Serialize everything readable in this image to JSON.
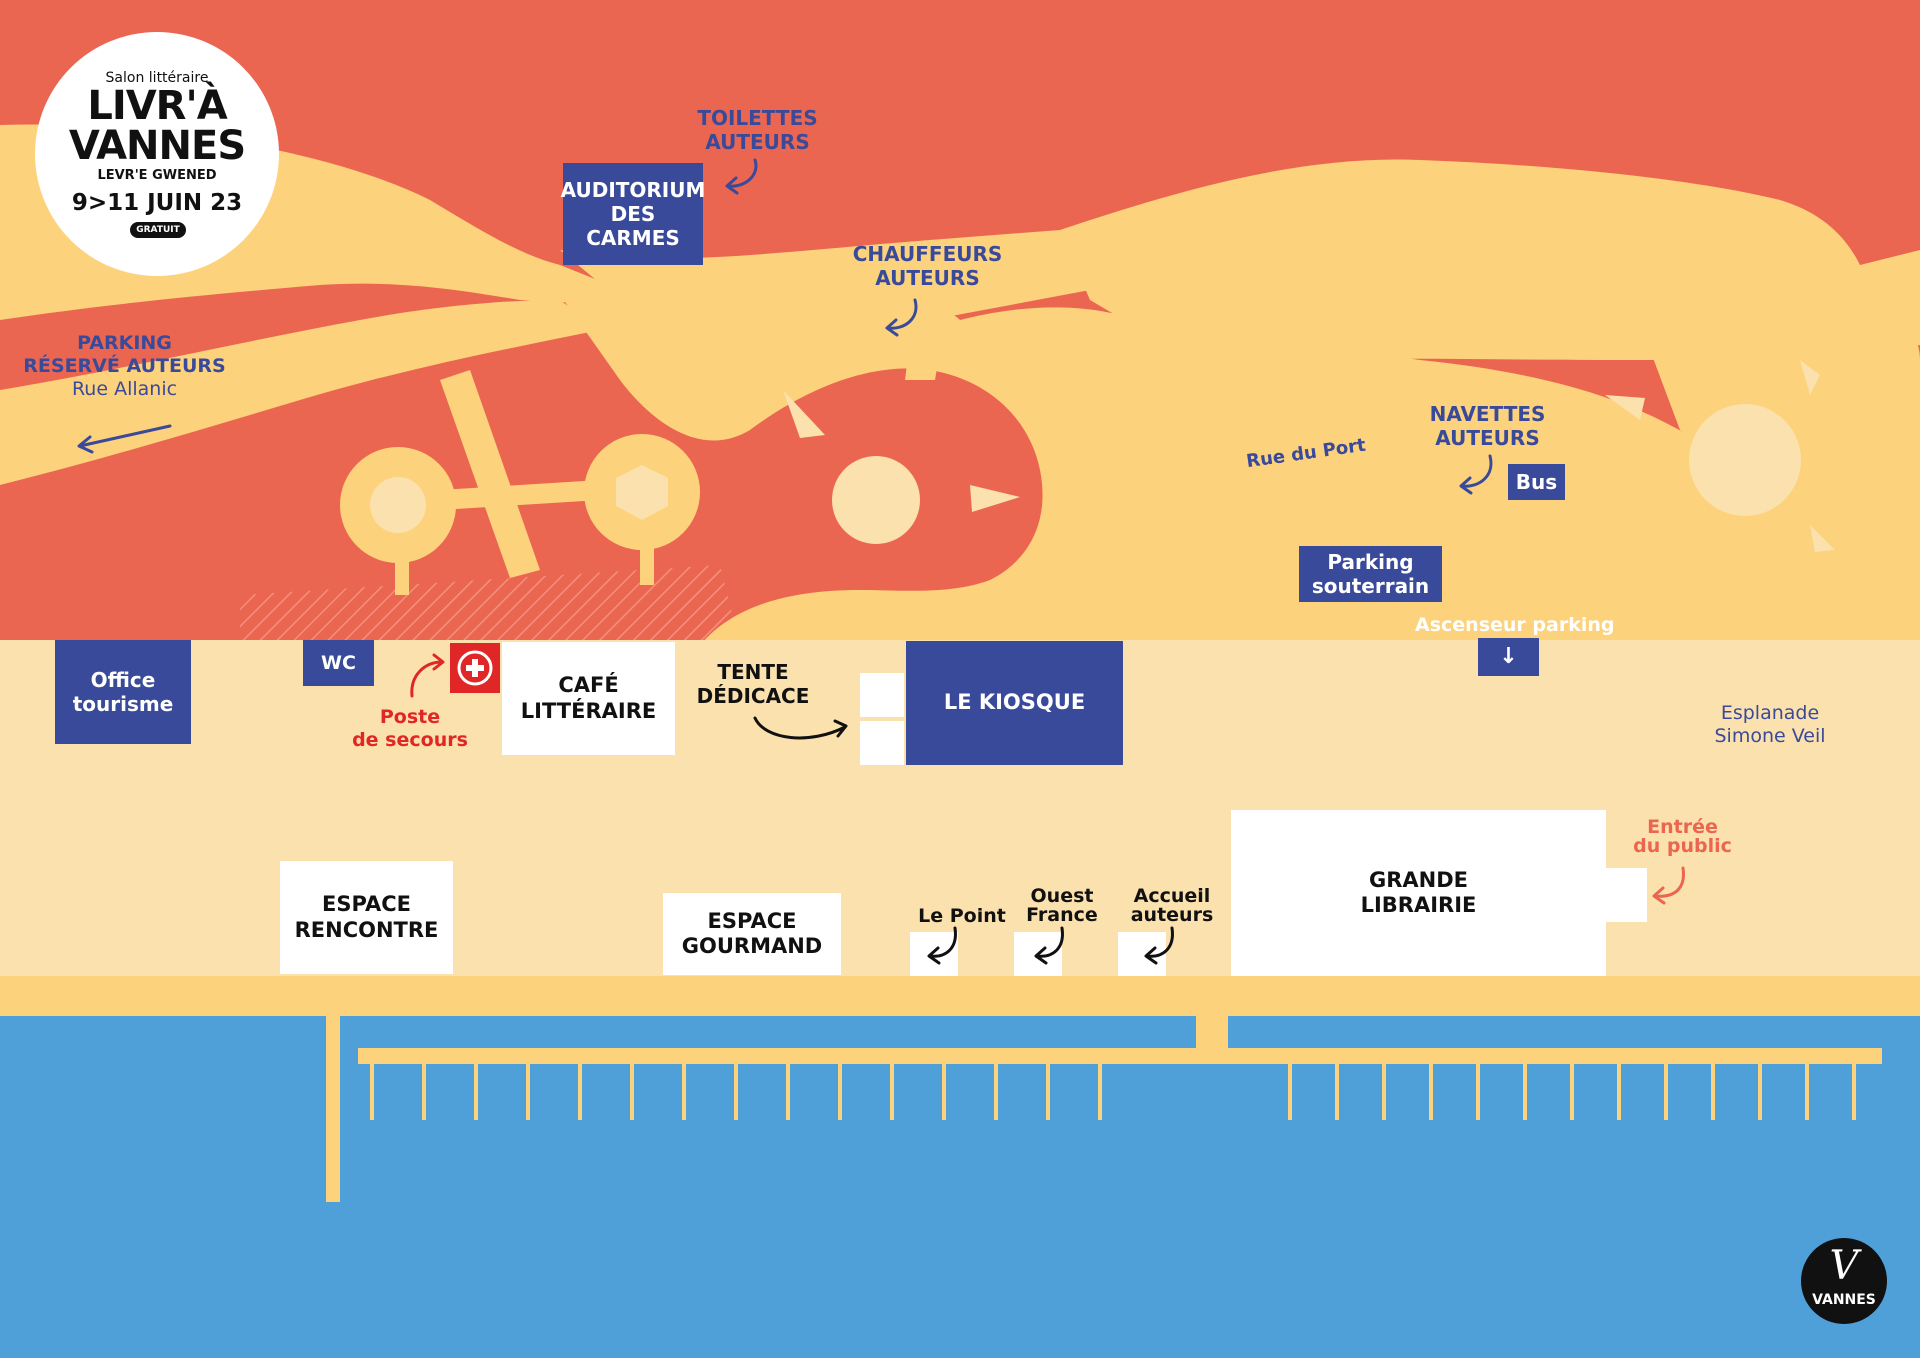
{
  "logo": {
    "subtitle": "Salon littéraire",
    "title_line1": "LIVR'À",
    "title_line2": "VANNES",
    "tagline": "LEVR'E GWENED",
    "dates": "9>11 JUIN 23",
    "badge": "GRATUIT"
  },
  "city_logo": {
    "mark": "V",
    "name": "VANNES"
  },
  "labels": {
    "toilettes": [
      "TOILETTES",
      "AUTEURS"
    ],
    "auditorium": [
      "AUDITORIUM",
      "DES CARMES"
    ],
    "chauffeurs": [
      "CHAUFFEURS",
      "AUTEURS"
    ],
    "parking_reserve": [
      "PARKING",
      "RÉSERVÉ AUTEURS",
      "Rue Allanic"
    ],
    "rue_du_port": "Rue du Port",
    "navettes": [
      "NAVETTES",
      "AUTEURS"
    ],
    "bus": "Bus",
    "parking_souterrain": [
      "Parking",
      "souterrain"
    ],
    "ascenseur": "Ascenseur parking",
    "office": [
      "Office",
      "tourisme"
    ],
    "wc": "WC",
    "poste": [
      "Poste",
      "de secours"
    ],
    "cafe": [
      "CAFÉ",
      "LITTÉRAIRE"
    ],
    "tente": [
      "TENTE",
      "DÉDICACE"
    ],
    "kiosque": "LE KIOSQUE",
    "esplanade": [
      "Esplanade",
      "Simone Veil"
    ],
    "entree": [
      "Entrée",
      "du public"
    ],
    "espace_rencontre": [
      "ESPACE",
      "RENCONTRE"
    ],
    "espace_gourmand": [
      "ESPACE",
      "GOURMAND"
    ],
    "le_point": "Le Point",
    "ouest_france": [
      "Ouest",
      "France"
    ],
    "accueil": [
      "Accueil",
      "auteurs"
    ],
    "grande_librairie": [
      "GRANDE",
      "LIBRAIRIE"
    ]
  },
  "colors": {
    "urban": "#EB6651",
    "road": "#FDD27C",
    "esplanade": "#FBE1AD",
    "water": "#4F9FD9",
    "venue_navy": "#3A4A9A",
    "venue_white": "#FFFFFF",
    "first_aid": "#E02626"
  }
}
